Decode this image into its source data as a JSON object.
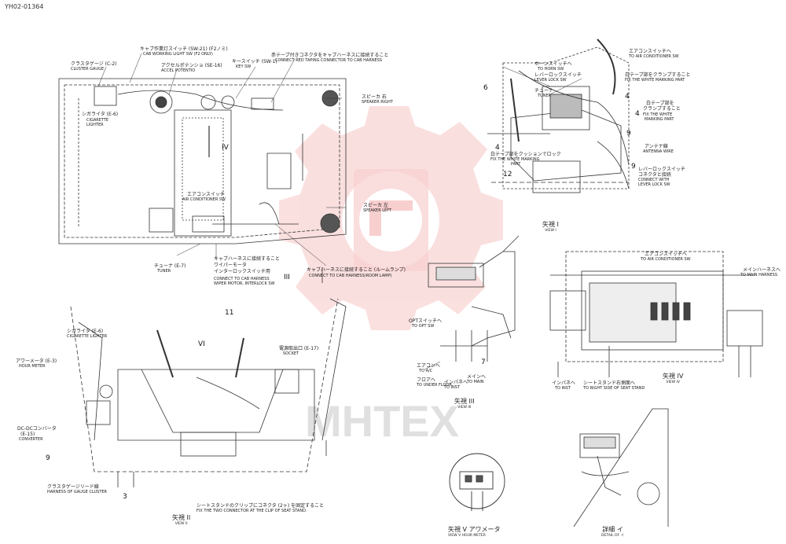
{
  "document_id": "YH02-01364",
  "watermark": "MHTEX",
  "top_labels": {
    "cab_work_light_sw": "キャブ作業灯スイッチ (SW-21) (F2ノミ)",
    "cab_work_light_sw_en": "CAB WORKING LIGHT SW (F2 ONLY)",
    "cluster_gauge": "クラスタゲージ (C-2)",
    "cluster_gauge_en": "CLUSTER GAUGE",
    "accel_pot": "アクセルポテンショ (SE-16)",
    "accel_pot_en": "ACCEL POTENTIO",
    "key_sw": "キースイッチ (SW-1)",
    "key_sw_en": "KEY SW",
    "red_tape": "赤テープ付きコネクタをキャブハーネスに接続すること",
    "red_tape_en": "CONNECT RED TAPING CONNECTOR TO CAB HARNESS",
    "speaker_right": "スピーカ 右",
    "speaker_right_en": "SPEAKER RIGHT",
    "cig_lighter": "シガライタ (E-6)",
    "cig_lighter_en1": "CIGARETTE",
    "cig_lighter_en2": "LIGHTER",
    "aircon_sw": "エアコンスイッチ",
    "aircon_sw_en": "AIR CONDITIONER SW",
    "speaker_left": "スピーカ 左",
    "speaker_left_en": "SPEAKER LEFT",
    "tuner": "チューナ (E-7)",
    "tuner_en": "TUNER",
    "cab_harness": "キャブハーネスに接続すること",
    "wiper_motor": "ワイパーモータ",
    "interlock_sw": "インターロックスイッチ用",
    "connect_cab_en": "CONNECT TO CAB HARNESS",
    "wiper_interlock_en": "WIPER MOTOR, INTERLOCK SW",
    "room_lamp": "キャブハーネスに接続すること (ルームランプ)",
    "room_lamp_en": "CONNECT TO CAB HARNESS(ROOM LAMP)",
    "roman_iv": "IV",
    "roman_iii": "III"
  },
  "view1": {
    "aircon_sw": "エアコンスイッチへ",
    "aircon_sw_en": "TO AIR CONDITIONER SW",
    "horn_sw": "ホーンスイッチへ",
    "horn_sw_en": "TO HORN SW",
    "lever_lock": "レバーロックスイッチ",
    "lever_lock_en": "LEVER LOCK SW",
    "white_marking": "白テープ部をクランプすること",
    "white_marking_en": "FIX THE WHITE MARKING PART",
    "tuner": "チューナ",
    "tuner_en": "TUNER",
    "white_tape_a": "白テープ部を",
    "white_tape_b": "クランプすること",
    "white_tape_en1": "FIX THE WHITE",
    "white_tape_en2": "MARKING PART",
    "antenna": "アンテナ線",
    "antenna_en": "ANTENNA WIRE",
    "white_marking2": "白テープ部をクッションでロック",
    "white_marking2_en": "FIX THE WHITE MARKING",
    "white_marking2_en2": "PART",
    "lever_lock2": "レバーロックスイッチ",
    "lever_lock2b": "コネクタと接続",
    "lever_lock2_en": "CONNECT WITH",
    "lever_lock2_en2": "LEVER LOCK SW",
    "caption": "矢視 I",
    "caption_en": "VIEW I",
    "n6": "6",
    "n4a": "4",
    "n4b": "4",
    "n4c": "4",
    "n12": "12",
    "n9a": "9",
    "n9b": "9"
  },
  "view2": {
    "cig_lighter": "シガライタ (E-6)",
    "cig_lighter_en": "CIGARETTE LIGHTER",
    "hour_meter": "アワーメータ (E-3)",
    "hour_meter_en": "HOUR METER",
    "dcdc": "DC-DCコンバータ",
    "dcdc_id": "(E-15)",
    "dcdc_en": "CONVERTER",
    "socket": "電源取出口 (E-17)",
    "socket_en": "SOCKET",
    "gauge_harness": "クラスタゲージリード線",
    "gauge_harness_en": "HARNESS OF GAUGE CLUSTER",
    "seat_stand": "シートスタンドのクリップにコネクタ (2ヶ) を固定すること",
    "seat_stand_en": "FIX THE TWO CONNECTOR AT THE CLIP OF SEAT STAND.",
    "caption": "矢視 II",
    "caption_en": "VIEW II",
    "n11": "11",
    "n9": "9",
    "n3": "3",
    "roman_vi": "VI"
  },
  "view3": {
    "opt_sw": "OPTスイッチへ",
    "opt_sw_en": "TO OPT SW",
    "to_ac": "エアコンへ",
    "to_ac_en": "TO A/C",
    "to_floor": "フロアへ",
    "to_floor_en": "TO UNDER FLOOR",
    "to_inst": "インパネへ",
    "to_inst_en": "TO INST",
    "to_main": "メインへ",
    "to_main_en": "TO MAIN",
    "caption": "矢視 III",
    "caption_en": "VIEW III",
    "n7": "7"
  },
  "view4": {
    "aircon_sw": "エアコンスイッチへ",
    "aircon_sw_en": "TO AIR CONDITIONER SW",
    "main_harness": "メインハーネスへ",
    "main_harness_en": "TO MAIN HARNESS",
    "to_inst": "インパネへ",
    "to_inst_en": "TO INST",
    "seat_stand": "シートスタンド右側面へ",
    "seat_stand_en": "TO RIGHT SIDE OF SEAT STAND",
    "caption": "矢視 IV",
    "caption_en": "VIEW IV"
  },
  "view5": {
    "caption": "矢視 V",
    "hour_meter": "アワメータ",
    "caption_en": "VIEW V HOUR METER"
  },
  "detail": {
    "caption": "詳細 イ",
    "caption_en": "DETAIL OF イ"
  }
}
